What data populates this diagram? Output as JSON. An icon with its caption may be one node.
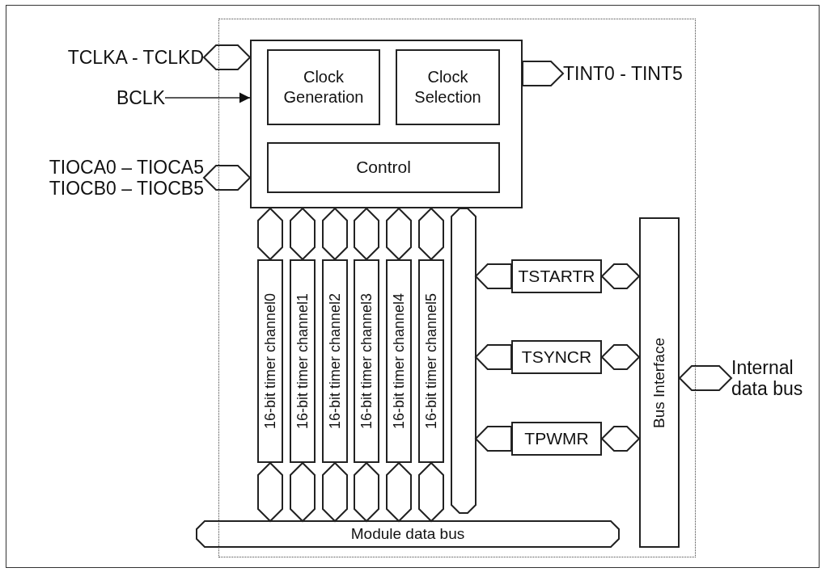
{
  "diagram": {
    "nodes": [
      {
        "text": [
          "TCLKA - TCLKD"
        ]
      },
      {
        "text": [
          "BCLK"
        ]
      },
      {
        "text": [
          "TIOCA0 – TIOCA5 TIOCB0 – TIOCB5"
        ]
      },
      {
        "text": [],
        "shape": "box"
      },
      {
        "text": [
          "Clock Generation"
        ],
        "in": 3
      },
      {
        "text": [
          "Clock Selection"
        ],
        "in": 3
      },
      {
        "text": [
          "Control"
        ],
        "in": 3
      },
      {
        "text": [
          "TINT0 - TINT5"
        ]
      },
      {
        "text": [
          "16-bit timer channel0"
        ]
      },
      {
        "text": [
          "16-bit timer channel1"
        ]
      },
      {
        "text": [
          "16-bit timer channel2"
        ]
      },
      {
        "text": [
          "16-bit timer channel3"
        ]
      },
      {
        "text": [
          "16-bit timer channel4"
        ]
      },
      {
        "text": [
          "16-bit timer channel5"
        ]
      },
      {
        "text": [],
        "shape": "bar"
      },
      {
        "text": [
          "Module data bus"
        ]
      },
      {
        "text": [
          "TSTARTR"
        ]
      },
      {
        "text": [
          "TSYNCR"
        ]
      },
      {
        "text": [
          "TPWMR"
        ]
      },
      {
        "text": [
          "Bus Interface"
        ]
      },
      {
        "text": [
          "Internal data bus"
        ]
      }
    ],
    "edges": [
      {
        "from": 0,
        "to": 3,
        "arrow": "both",
        "style": "thick"
      },
      {
        "from": 1,
        "to": 3,
        "arrow": "to"
      },
      {
        "from": 2,
        "to": 3,
        "arrow": "both",
        "style": "thick"
      },
      {
        "from": 3,
        "to": 7,
        "arrow": "to",
        "style": "thick"
      },
      {
        "from": 3,
        "to": 8,
        "arrow": "both",
        "style": "thick"
      },
      {
        "from": 3,
        "to": 9,
        "arrow": "both",
        "style": "thick"
      },
      {
        "from": 3,
        "to": 10,
        "arrow": "both",
        "style": "thick"
      },
      {
        "from": 3,
        "to": 11,
        "arrow": "both",
        "style": "thick"
      },
      {
        "from": 3,
        "to": 12,
        "arrow": "both",
        "style": "thick"
      },
      {
        "from": 3,
        "to": 13,
        "arrow": "both",
        "style": "thick"
      },
      {
        "from": 8,
        "to": 15,
        "arrow": "both",
        "style": "thick"
      },
      {
        "from": 9,
        "to": 15,
        "arrow": "both",
        "style": "thick"
      },
      {
        "from": 10,
        "to": 15,
        "arrow": "both",
        "style": "thick"
      },
      {
        "from": 11,
        "to": 15,
        "arrow": "both",
        "style": "thick"
      },
      {
        "from": 12,
        "to": 15,
        "arrow": "both",
        "style": "thick"
      },
      {
        "from": 13,
        "to": 15,
        "arrow": "both",
        "style": "thick"
      },
      {
        "from": 16,
        "to": 14,
        "arrow": "to",
        "style": "thick"
      },
      {
        "from": 17,
        "to": 14,
        "arrow": "to",
        "style": "thick"
      },
      {
        "from": 18,
        "to": 14,
        "arrow": "to",
        "style": "thick"
      },
      {
        "from": 16,
        "to": 19,
        "arrow": "both",
        "style": "thick"
      },
      {
        "from": 17,
        "to": 19,
        "arrow": "both",
        "style": "thick"
      },
      {
        "from": 18,
        "to": 19,
        "arrow": "both",
        "style": "thick"
      },
      {
        "from": 19,
        "to": 20,
        "arrow": "both",
        "style": "thick"
      }
    ]
  }
}
